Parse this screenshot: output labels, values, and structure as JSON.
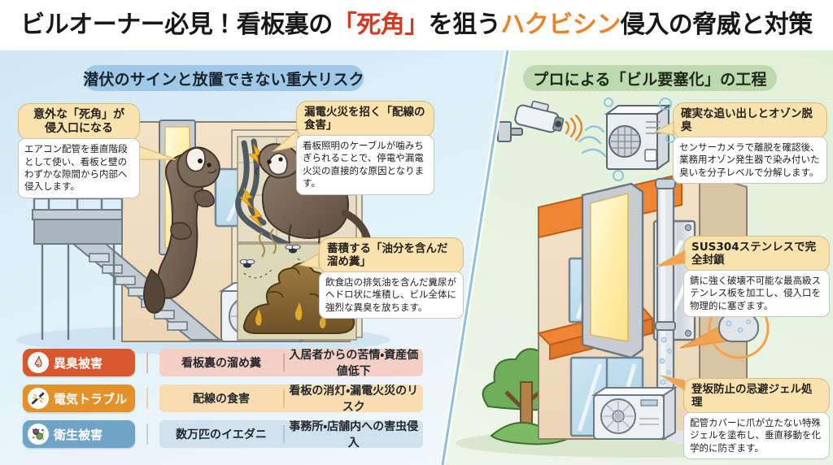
{
  "title": {
    "part1": "ビルオーナー必見！看板裏の",
    "accent_red": "「死角」",
    "part2": "を狙う",
    "accent_orange": "ハクビシン",
    "part3": "侵入の脅威と対策",
    "color_red": "#d83a20",
    "color_orange": "#e8842a"
  },
  "sections": {
    "left_header": "潜伏のサインと放置できない重大リスク",
    "right_header": "プロによる「ビル要塞化」の工程",
    "left_header_bg": "#9fc9e6",
    "right_header_bg": "#bcd9b0"
  },
  "left_callouts": [
    {
      "title": "意外な「死角」が\n侵入口になる",
      "body": "エアコン配管を垂直階段として使い、看板と壁のわずかな隙間から内部へ侵入します。"
    },
    {
      "title": "漏電火災を招く「配線の食害」",
      "body": "看板照明のケーブルが噛みちぎられることで、停電や漏電火災の直接的な原因となります。"
    },
    {
      "title": "蓄積する「油分を含んだ溜め糞」",
      "body": "飲食店の排気油を含んだ糞尿がヘドロ状に堆積し、ビル全体に強烈な異臭を放ちます。"
    }
  ],
  "right_callouts": [
    {
      "title": "確実な追い出しとオゾン脱臭",
      "body": "センサーカメラで離脱を確認後、業務用オゾン発生器で染み付いた臭いを分子レベルで分解します。"
    },
    {
      "title": "SUS304ステンレスで完全封鎖",
      "body": "錆に強く破壊不可能な最高級ステンレス板を加工し、侵入口を物理的に塞ぎます。"
    },
    {
      "title": "登坂防止の忌避ジェル処理",
      "body": "配管カバーに爪が立たない特殊ジェルを塗布し、垂直移動を化学的に防ぎます。"
    }
  ],
  "legend": [
    {
      "label": "異臭被害",
      "icon": "nose-icon",
      "pill_color": "#d9562e",
      "cell_bg": "#f3cfc6",
      "cause": "看板裏の溜め糞",
      "effect": "入居者からの苦情・資産価値低下"
    },
    {
      "label": "電気トラブル",
      "icon": "sparking-cable-icon",
      "pill_color": "#e2912b",
      "cell_bg": "#f7ddb0",
      "cause": "配線の食害",
      "effect": "看板の消灯・漏電火災のリスク"
    },
    {
      "label": "衛生被害",
      "icon": "mites-icon",
      "pill_color": "#6fa4c8",
      "cell_bg": "#cfe2ee",
      "cause": "数万匹のイエダニ",
      "effect": "事務所・店舗内への害虫侵入"
    }
  ],
  "illustration": {
    "left_scene_name": "老朽ビルとハクビシン侵入の断面図",
    "right_scene_name": "対策施工済みビルの外観図",
    "items": [
      "security-camera-icon",
      "ozone-generator-icon",
      "air-conditioner-outdoor-unit",
      "stainless-plate-panel",
      "pipe-cover-with-gel",
      "illuminated-signboard",
      "palm-civet-climbing",
      "palm-civet-chewing-cable",
      "droppings-pile",
      "flies",
      "exterior-staircase",
      "street-tree"
    ]
  }
}
